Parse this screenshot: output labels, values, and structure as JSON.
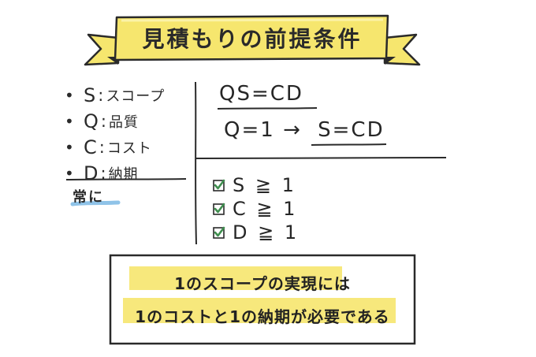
{
  "title": "見積もりの前提条件",
  "legend": {
    "items": [
      {
        "symbol": "S",
        "name": "スコープ"
      },
      {
        "symbol": "Q",
        "name": "品質"
      },
      {
        "symbol": "C",
        "name": "コスト"
      },
      {
        "symbol": "D",
        "name": "納期"
      }
    ],
    "bullet": "•",
    "separator": ":"
  },
  "note_label": "常に",
  "formulas": {
    "equation": "QS=CD",
    "condition": "Q=1",
    "arrow": "→",
    "result": "S=CD"
  },
  "checklist": [
    {
      "text": "S ≧ 1"
    },
    {
      "text": "C ≧ 1"
    },
    {
      "text": "D ≧ 1"
    }
  ],
  "summary": {
    "line1": "1のスコープの実現には",
    "line2": "1のコストと1の納期が必要である"
  },
  "colors": {
    "highlight_yellow": "#f6e66e",
    "highlight_blue": "#8fc3e8",
    "check_green": "#3f8f4f",
    "ink": "#262626"
  }
}
